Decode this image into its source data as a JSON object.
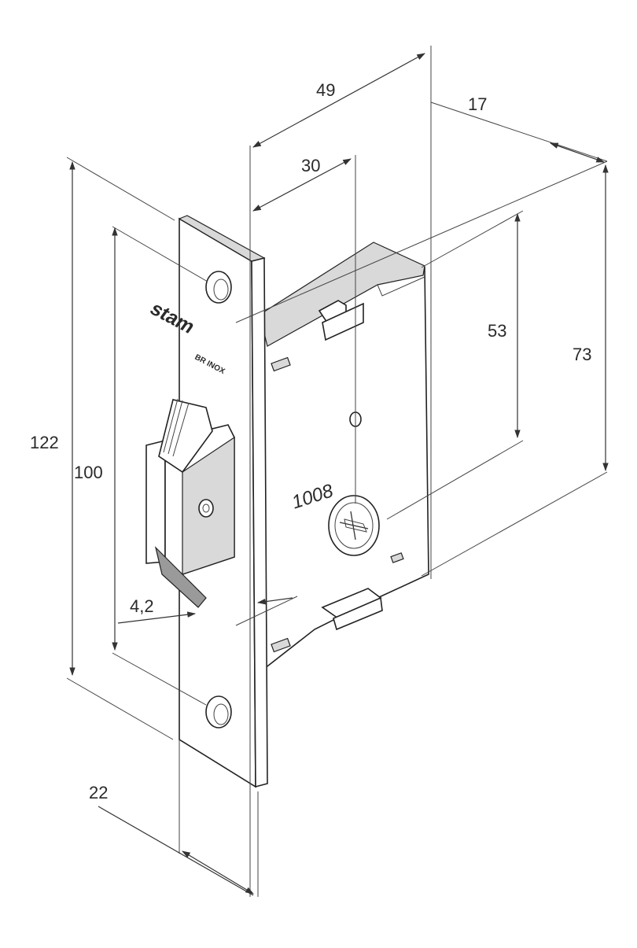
{
  "diagram": {
    "brand_mark": "stam",
    "brand_subtext": "BR INOX",
    "model_number": "1008",
    "dimensions": {
      "overall_height": "122",
      "screw_spacing": "100",
      "faceplate_thickness": "4,2",
      "faceplate_width": "22",
      "depth_total": "49",
      "backset": "30",
      "body_offset": "17",
      "spindle_height": "53",
      "body_height": "73"
    },
    "icons": [
      "screw-hole-icon",
      "phillips-spindle-icon",
      "latch-bolt-icon"
    ]
  }
}
